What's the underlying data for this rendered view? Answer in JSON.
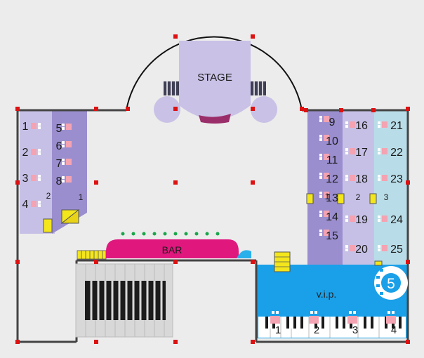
{
  "labels": {
    "stage": "STAGE",
    "bar": "BAR",
    "vip": "v.i.p."
  },
  "zones": {
    "left": [
      "2",
      "1"
    ],
    "right": [
      "1",
      "2",
      "3"
    ]
  },
  "tables": {
    "left_outer": [
      "1",
      "2",
      "3",
      "4"
    ],
    "left_inner": [
      "5",
      "6",
      "7",
      "8"
    ],
    "right_col1": [
      "9",
      "10",
      "11",
      "12",
      "13",
      "14",
      "15"
    ],
    "right_col2": [
      "16",
      "17",
      "18",
      "19",
      "20"
    ],
    "right_col3": [
      "21",
      "22",
      "23",
      "24",
      "25"
    ],
    "vip": [
      "1",
      "2",
      "3",
      "4"
    ],
    "vip_round": "5"
  },
  "colors": {
    "background": "#ececec",
    "stage": "#c9c1e6",
    "zone_dark": "#9b8ecf",
    "zone_light": "#c7c0e6",
    "zone_pale": "#b9dde8",
    "vip": "#1aa0e8",
    "bar": "#e0187e",
    "table": "#f4a3b2",
    "wall": "#444444",
    "column": "#dd1111",
    "seat_yellow": "#f4e61c"
  }
}
